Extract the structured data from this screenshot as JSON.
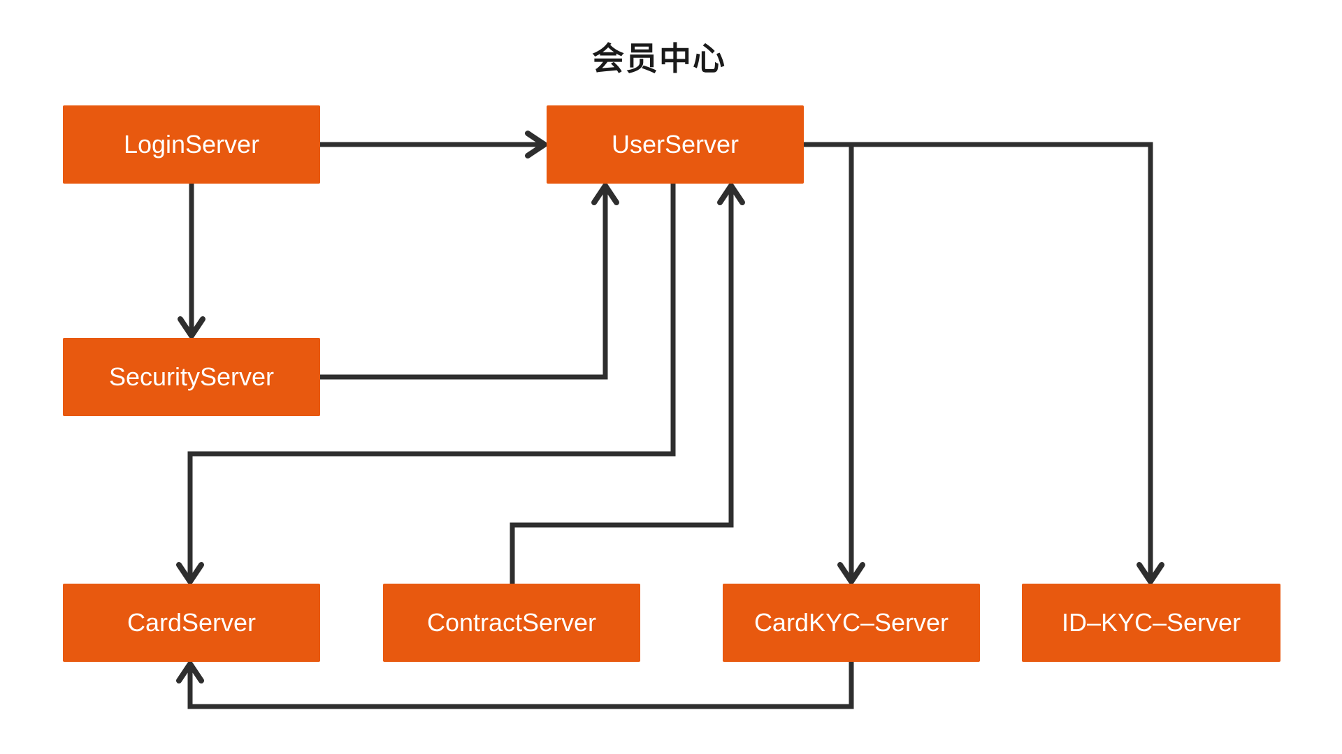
{
  "diagram": {
    "title": "会员中心",
    "nodes": [
      {
        "id": "loginserver",
        "label": "LoginServer"
      },
      {
        "id": "userserver",
        "label": "UserServer"
      },
      {
        "id": "securityserver",
        "label": "SecurityServer"
      },
      {
        "id": "cardserver",
        "label": "CardServer"
      },
      {
        "id": "contractserver",
        "label": "ContractServer"
      },
      {
        "id": "cardkyc-server",
        "label": "CardKYC–Server"
      },
      {
        "id": "id-kyc-server",
        "label": "ID–KYC–Server"
      }
    ],
    "edges": [
      {
        "from": "LoginServer",
        "to": "UserServer"
      },
      {
        "from": "LoginServer",
        "to": "SecurityServer"
      },
      {
        "from": "SecurityServer",
        "to": "UserServer"
      },
      {
        "from": "UserServer",
        "to": "CardServer"
      },
      {
        "from": "ContractServer",
        "to": "UserServer"
      },
      {
        "from": "UserServer",
        "to": "CardKYC–Server"
      },
      {
        "from": "UserServer",
        "to": "ID–KYC–Server"
      },
      {
        "from": "CardKYC–Server",
        "to": "CardServer"
      }
    ],
    "colors": {
      "node_fill": "#E8590F",
      "node_text": "#FFFFFF",
      "edge": "#2E2E2E",
      "title_text": "#1A1A1A",
      "background": "#FFFFFF"
    }
  }
}
